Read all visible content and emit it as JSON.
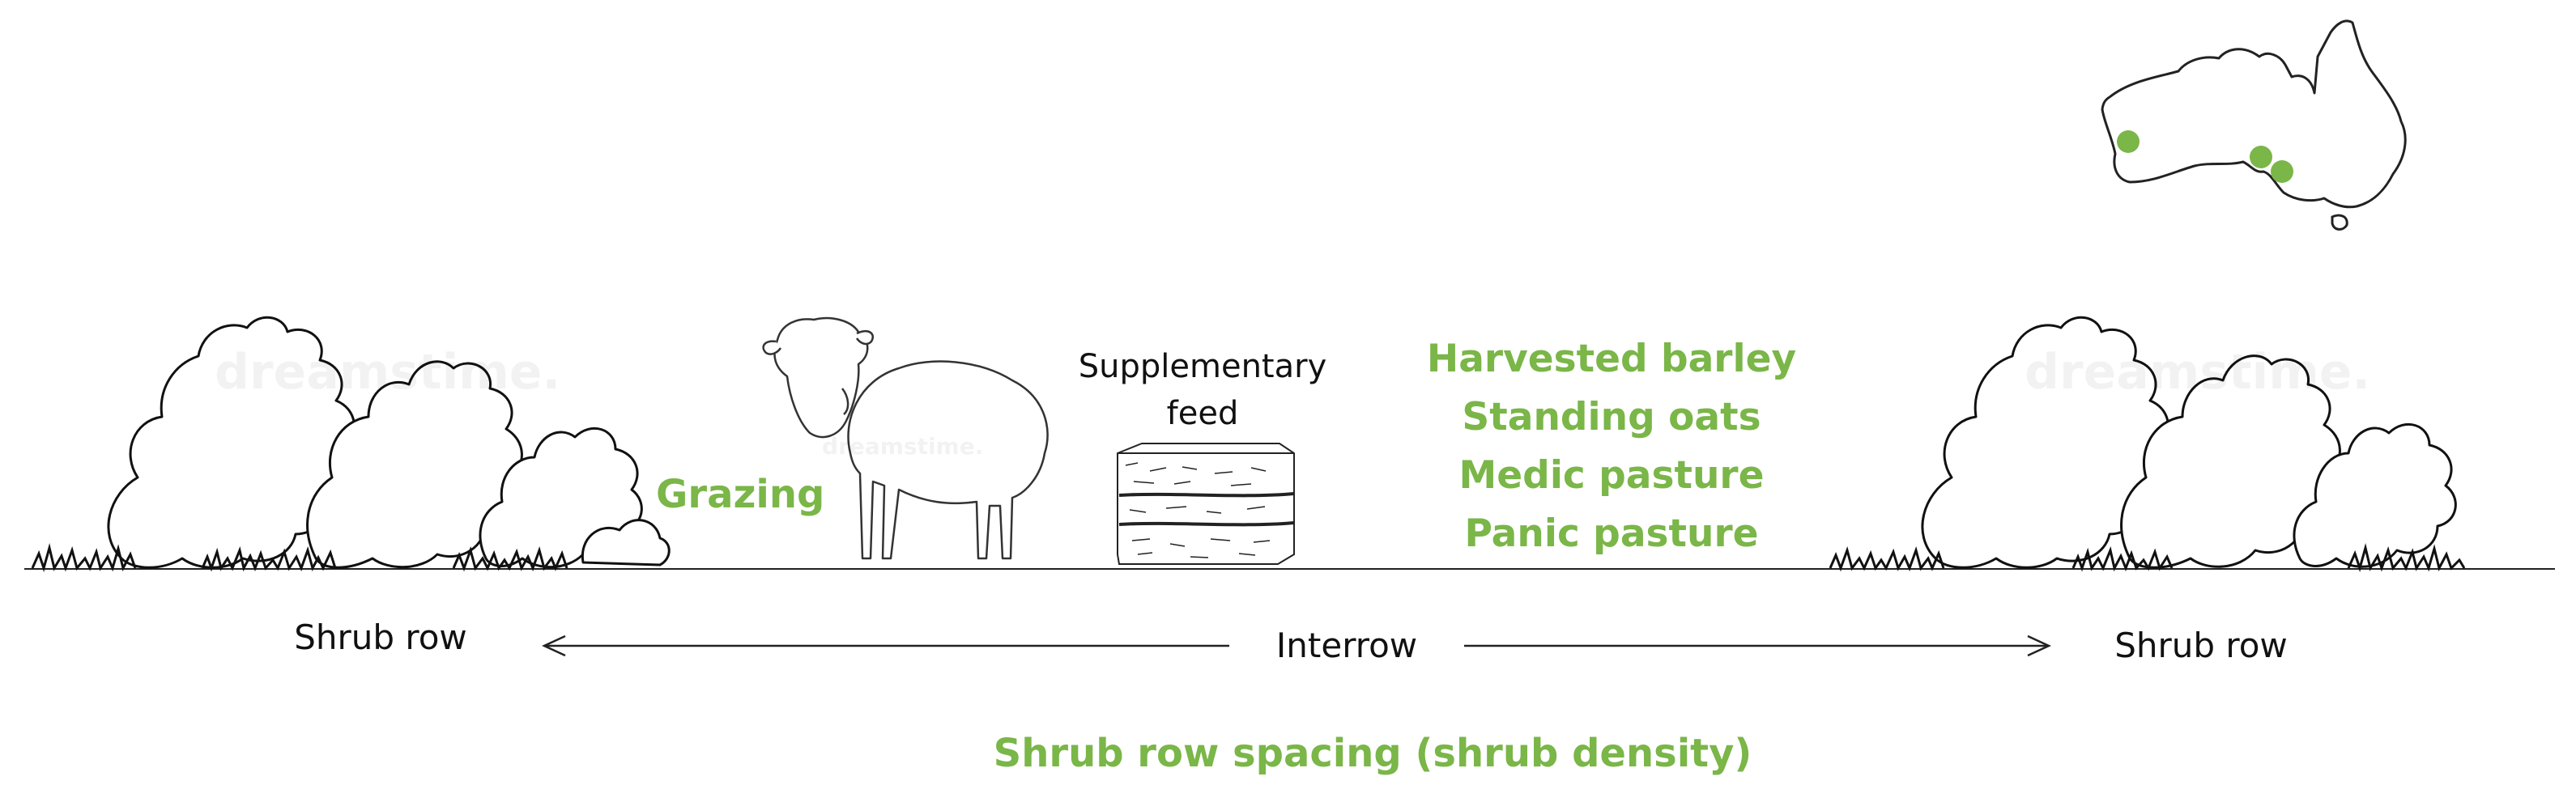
{
  "labels": {
    "shrub_row_left": "Shrub row",
    "shrub_row_right": "Shrub row",
    "interrow": "Interrow",
    "grazing": "Grazing",
    "supplementary_feed_line1": "Supplementary",
    "supplementary_feed_line2": "feed",
    "spacing": "Shrub row spacing (shrub density)"
  },
  "crops": [
    "Harvested barley",
    "Standing oats",
    "Medic pasture",
    "Panic pasture"
  ],
  "watermarks": [
    "dreamstime."
  ],
  "icons": [
    "shrub-icon",
    "sheep-icon",
    "hay-bale-icon",
    "australia-map-icon",
    "location-dot-icon",
    "arrow-left-icon",
    "arrow-right-icon"
  ],
  "colors": {
    "accent_green": "#7ab648",
    "ink": "#111111"
  }
}
